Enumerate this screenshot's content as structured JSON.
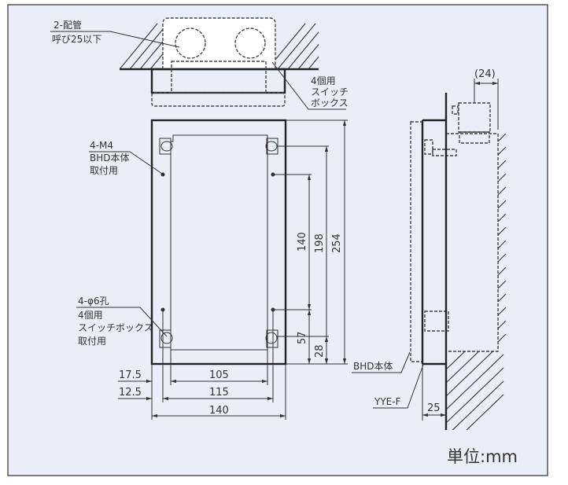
{
  "top_view": {
    "pipe_label": "2-配管",
    "pipe_size": "呼び25以下",
    "switchbox_label": [
      "4個用",
      "スイッチ",
      "ボックス"
    ]
  },
  "front_view": {
    "m4_label": [
      "4-M4",
      "BHD本体",
      "取付用"
    ],
    "hole_label": [
      "4-φ6孔",
      "4個用",
      "スイッチボックス",
      "取付用"
    ],
    "dims": {
      "height_total": "254",
      "height_198": "198",
      "height_140": "140",
      "height_57": "57",
      "height_28": "28",
      "width_105": "105",
      "width_115": "115",
      "width_140": "140",
      "offset_17_5": "17.5",
      "offset_12_5": "12.5"
    }
  },
  "side_view": {
    "depth_24": "(24)",
    "body_label": "BHD本体",
    "plate_label": "YYE-F",
    "depth_25": "25"
  },
  "unit_label": "単位:mm",
  "colors": {
    "background": "#e9eef8",
    "line": "#333333",
    "fill": "#ffffff"
  }
}
